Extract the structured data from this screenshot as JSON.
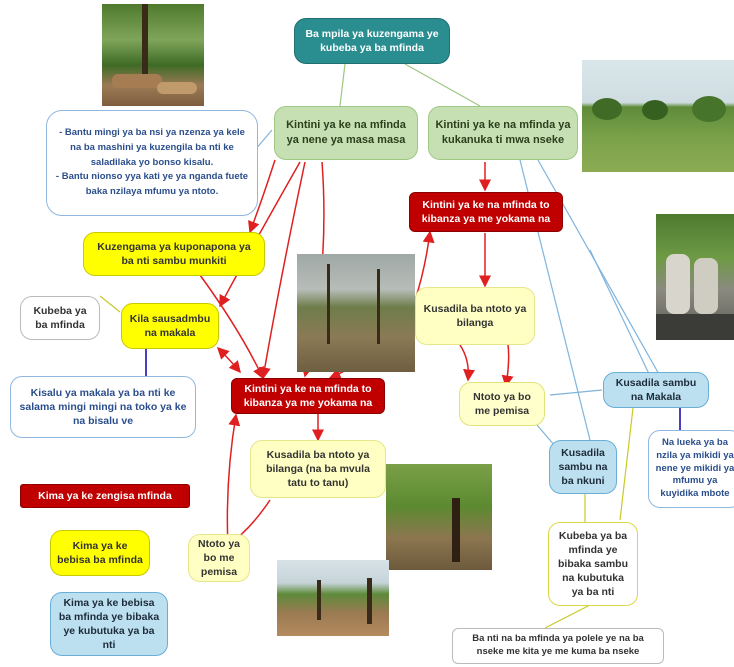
{
  "nodes": {
    "title": "Ba mpila ya kuzengama ye kubeba ya ba mfinda",
    "big_forest": "Kintini ya ke na mfinda ya nene ya masa masa",
    "open_forest": "Kintini ya ke na mfinda ya kukanuka ti mwa nseke",
    "people_text": "- Bantu mingi ya ba nsi ya nzenza ya kele na ba mashini ya kuzengila ba nti ke saladilaka yo bonso kisalu.\n- Bantu nionso yya kati ye ya nganda fuete baka nzilaya mfumu ya ntoto.",
    "cutting_trees": "Kuzengama ya kuponapona ya ba nti sambu munkiti",
    "forest_gone": "Kubeba ya ba mfinda",
    "charcoal_yearly": "Kila sausadmbu na makala",
    "charcoal_work": "Kisalu ya makala ya ba nti ke salama mingi mingi na toko ya ke na bisalu ve",
    "small_area_right": "Kintini ya ke na mfinda to kibanza ya me yokama na",
    "small_area_center": "Kintini ya ke na mfinda to kibanza ya me yokama na",
    "farming_right": "Kusadila ba ntoto ya bilanga",
    "farming_center": "Kusadila ba ntoto ya bilanga (na ba mvula tatu to tanu)",
    "fallow_right": "Ntoto ya bo me pemisa",
    "fallow_left": "Ntoto ya bo me pemisa",
    "use_makala": "Kusadila sambu na Makala",
    "use_nkuni": "Kusadila sambu na ba nkuni",
    "permission_box": "Na lueka ya ba nzila ya mikidi ya nene ye mikidi ya mfumu ya kuyidika mbote",
    "forest_loss_box": "Kubeba ya ba mfinda ye bibaka sambu na kubutuka ya ba nti",
    "footer_box": "Ba nti na ba mfinda ya polele ye na ba nseke me kita ye me kuma ba nseke"
  },
  "legend": {
    "title": "Kima ya ke zengisa mfinda",
    "item1": "Kima ya ke bebisa ba mfinda",
    "item2": "Kima ya ke bebisa ba mfinda ye bibaka ye kubutuka ya ba nti"
  },
  "colors": {
    "red_arrow": "#e02020",
    "blue_line": "#7fb3dc",
    "yellow_line": "#c9c92a",
    "purple_line": "#4b3fbf"
  },
  "photos": [
    "logs-in-forest-photo",
    "savanna-photo",
    "charcoal-sacks-photo",
    "cleared-land-photo",
    "cassava-field-photo",
    "stumps-field-photo"
  ]
}
